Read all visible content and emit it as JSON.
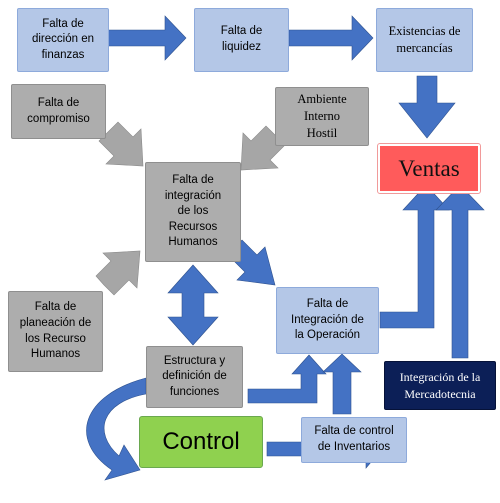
{
  "diagram": {
    "nodes": {
      "falta_direccion": "Falta de\ndirección en\nfinanzas",
      "falta_liquidez": "Falta de\nliquidez",
      "existencias": "Existencias de\nmercancías",
      "falta_compromiso": "Falta de\ncompromiso",
      "ambiente_interno": "Ambiente\nInterno\nHostil",
      "ventas": "Ventas",
      "integracion_rrhh": "Falta de\nintegración\nde los\nRecursos\nHumanos",
      "falta_planeacion": "Falta de\nplaneación de\nlos Recurso\nHumanos",
      "integracion_operacion": "Falta de\nIntegración de\nla Operación",
      "estructura": "Estructura y\ndefinición de\nfunciones",
      "integracion_mercadotecnia": "Integración de la\nMercadotecnia",
      "falta_control_inventarios": "Falta de control\nde Inventarios",
      "control": "Control"
    },
    "colors": {
      "arrow_blue": "#4472c4",
      "arrow_gray": "#a6a6a6",
      "box_lightblue": "#b4c7e7",
      "box_gray": "#adadad",
      "box_red": "#ff5b5b",
      "box_green": "#8fd14f",
      "box_navy": "#0c1f57"
    }
  }
}
